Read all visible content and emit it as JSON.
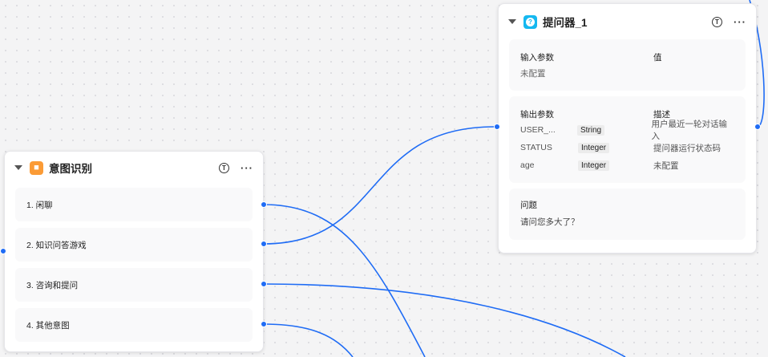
{
  "intent_node": {
    "title": "意图识别",
    "icon": "intent-icon",
    "color": "#fb9b36",
    "items": [
      "1. 闲聊",
      "2. 知识问答游戏",
      "3. 咨询和提问",
      "4. 其他意图"
    ]
  },
  "question_node": {
    "title": "提问器_1",
    "icon": "question-icon",
    "icon_glyph": "?",
    "color": "#15b8f0",
    "input": {
      "header": "输入参数",
      "value_header": "值",
      "empty": "未配置"
    },
    "output": {
      "header": "输出参数",
      "desc_header": "描述",
      "rows": [
        {
          "name": "USER_...",
          "type": "String",
          "desc": "用户最近一轮对话输入"
        },
        {
          "name": "STATUS",
          "type": "Integer",
          "desc": "提问器运行状态码"
        },
        {
          "name": "age",
          "type": "Integer",
          "desc": "未配置"
        }
      ]
    },
    "question": {
      "header": "问题",
      "text": "请问您多大了？"
    }
  },
  "common": {
    "t_glyph": "T",
    "more_glyph": "···"
  },
  "edge_color": "#1f6cf5"
}
